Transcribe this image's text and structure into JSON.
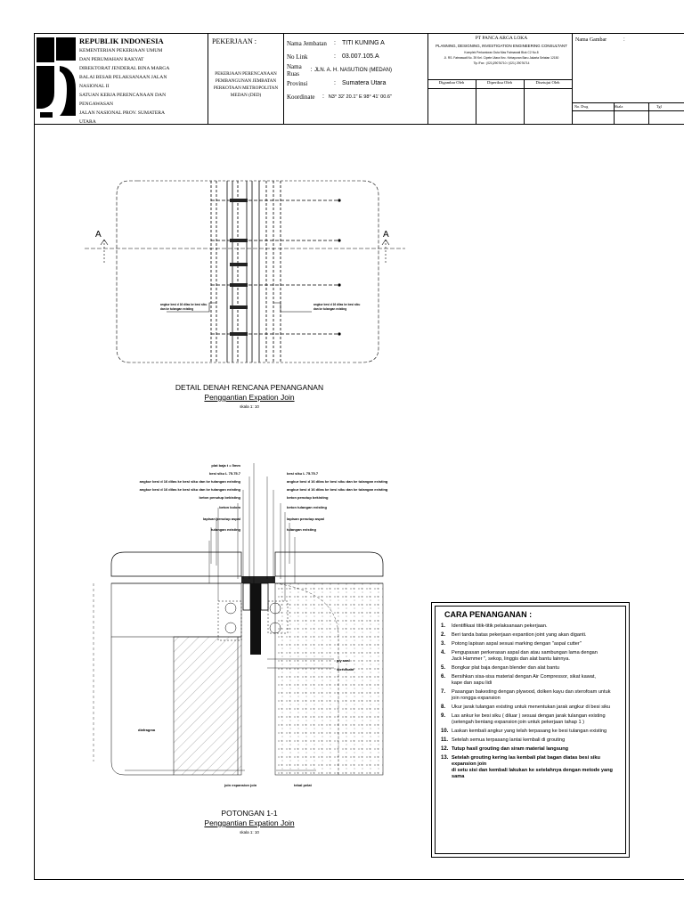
{
  "header": {
    "org_lines": [
      "REPUBLIK INDONESIA",
      "KEMENTERIAN PEKERJAAN UMUM",
      "DAN PERUMAHAN RAKYAT",
      "DIREKTORAT JENDERAL BINA MARGA",
      "BALAI BESAR PELAKSANAAN JALAN NASIONAL II",
      "SATUAN KERJA PERENCANAAN DAN PENGAWASAN",
      "JALAN NASIONAL PROV. SUMATERA UTARA"
    ],
    "pekerjaan_label": "PEKERJAAN :",
    "pekerjaan_value": "PEKERJAAN PERENCANAAN PEMBANGUNAN JEMBATAN PERKOTAAN METROPOLITAN MEDAN (DED)",
    "fields": [
      {
        "label": "Nama Jembatan",
        "value": "TITI KUNING A"
      },
      {
        "label": "No Link",
        "value": "03.007.105.A"
      },
      {
        "label": "Nama Ruas",
        "value": "JLN. A. H. NASUTION (MEDAN)"
      },
      {
        "label": "Provinsi",
        "value": "Sumatera Utara"
      },
      {
        "label": "Koordinate",
        "value": "N3° 32' 20.1\" E 98° 41' 00.6\""
      }
    ],
    "consultant_name": "PT PANCA ARGA LOKA",
    "consultant_desc": "PLANNING, DESIGNING, INVESTIGATION ENGINEERING CONSULTANT",
    "consultant_addr1": "Komplek Perkantoran Duta Mas Fatmawati Blok C2 No.8",
    "consultant_addr2": "Jl. RS. Fatmawati No. 39 Kel. Cipete Utara Kec. Kebayoran Baru Jakarta Selatan 12150",
    "consultant_tel": "Tlp./Fax : (021)29076710 / (021) 29076714",
    "sign_cols": [
      "Digambar Oleh",
      "Diperiksa Oleh",
      "Disetujui Oleh"
    ],
    "nama_gambar_label": "Nama Gambar",
    "nama_gambar_colon": ":",
    "meta_cols": [
      "No. Dwg",
      "Skala",
      "Tgl"
    ]
  },
  "plan_view": {
    "section_marks": [
      "A",
      "A"
    ],
    "callout_line1": "angkur besi d 16 dilas ke besi siku",
    "callout_line2": "dan ke tulangan existing",
    "title": "DETAIL DENAH RENCANA PENANGANAN",
    "subtitle": "Penggantian Expation Join",
    "scale": "skala 1: 10"
  },
  "section_view": {
    "left_callouts": [
      "plat baja t = 5mm",
      "besi siku L 75.75.7",
      "angkur besi d 16 dilas ke besi siku dan ke tulangan existing",
      "angkur besi d 16 dilas ke besi siku dan ke tulangan existing",
      "beton penutup bekisting",
      "beton kolom",
      "lapisan penutup aspal",
      "tulangan existing"
    ],
    "right_callouts": [
      "besi siku L 75.75.7",
      "angkur besi d 16 dilas ke besi siku dan ke tulangan existing",
      "angkur besi d 16 dilas ke besi siku dan ke tulangan existing",
      "beton penutup bekisting",
      "beton tulangan existing",
      "lapisan penutup aspal",
      "tulangan existing"
    ],
    "right_side_labels": [
      "ply seal",
      "sterofoam"
    ],
    "left_side_label": "diafragma",
    "bottom_labels": [
      "join expansion join",
      "tebal pelat"
    ],
    "title": "POTONGAN 1-1",
    "subtitle": "Penggantian Expation Join",
    "scale": "skala 1: 10"
  },
  "cara_penanganan": {
    "title": "CARA PENANGANAN :",
    "steps": [
      {
        "num": "1.",
        "text": "Identifikasi titik-titik pelaksanaan pekerjaan."
      },
      {
        "num": "2.",
        "text": "Beri tanda batas pekerjaan expantion joint yang akan diganti."
      },
      {
        "num": "3.",
        "text": "Potong lapisan aspal sesuai marking dengan \"aspal cutter\""
      },
      {
        "num": "4.",
        "text": "Pengupasan perkerasan aspal dan atau sambungan lama dengan\nJack Hammer \", sekop, linggis dan alat bantu lainnya."
      },
      {
        "num": "5.",
        "text": "Bongkar plat baja dengan blender dan alat bantu"
      },
      {
        "num": "6.",
        "text": "Bersihkan sisa-sisa material dengan Air Compressor, sikat kawat,\nkape dan sapu lidi"
      },
      {
        "num": "7.",
        "text": "Pasangan bakesting dengan plywood, dolken kayu dan sterofoam untuk\njoin rongga expansion"
      },
      {
        "num": "8.",
        "text": "Ukur jarak tulangan existing untuk menentukan jarak angkur di besi siku"
      },
      {
        "num": "9.",
        "text": "Las ankur ke besi siku ( diluar ) sesuai dengan jarak tulangan existing\n(setengah bentang expansion join untuk pekerjaan  tahap 1 )"
      },
      {
        "num": "10.",
        "text": "Laskan kembali angkur yang telah terpasang ke besi tulangan existing"
      },
      {
        "num": "11.",
        "text": "Setelah semua terpasang lantai kembali di grouting"
      },
      {
        "num": "12.",
        "text": "Tutup hasil grouting dan siram material langsung"
      },
      {
        "num": "13.",
        "text": "Setelah grouting kering las kembali plat bagan diatas besi siku expansion join\ndi setu sisi dan kembali lakukan  ke setelahnya dengan metode yang sama"
      }
    ]
  }
}
